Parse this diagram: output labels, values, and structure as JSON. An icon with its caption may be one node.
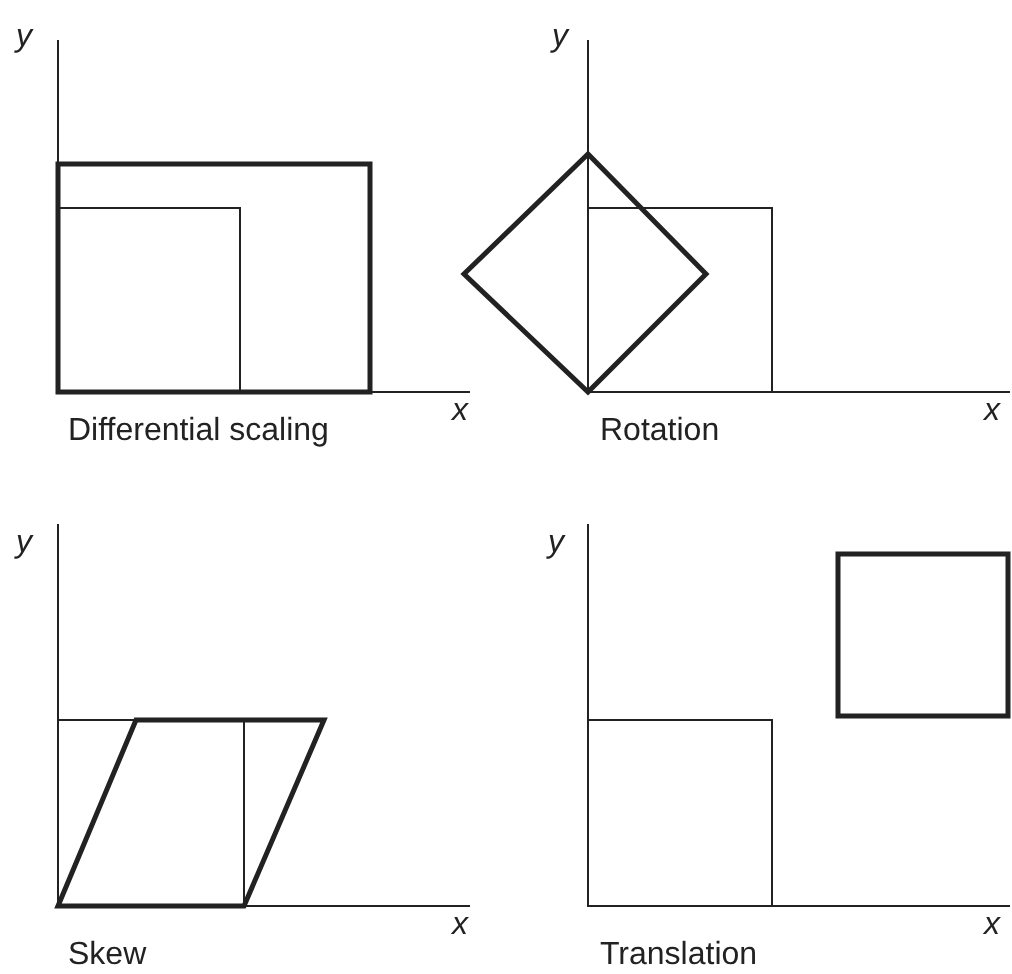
{
  "diagram": {
    "labels": [
      "y",
      "x",
      "Differential scaling",
      "y",
      "x",
      "Rotation",
      "y",
      "x",
      "Skew",
      "y",
      "x",
      "Translation"
    ]
  }
}
